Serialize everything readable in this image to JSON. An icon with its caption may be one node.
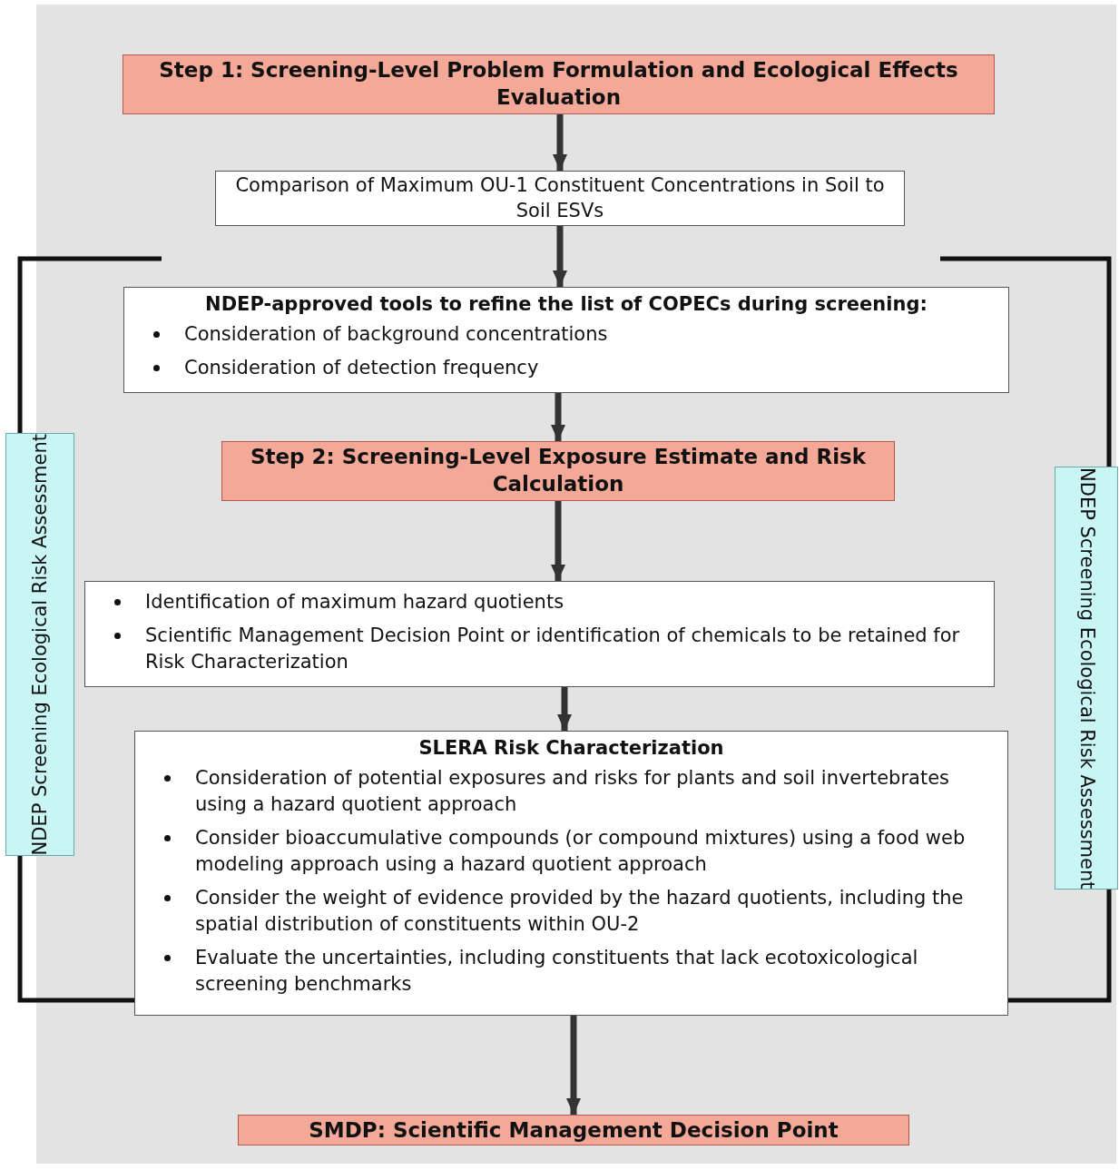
{
  "diagram": {
    "nodes": [
      {
        "text": [
          "Step 1: Screening-Level Problem Formulation and Ecological Effects Evaluation"
        ]
      },
      {
        "text": [
          "Comparison of Maximum OU-1 Constituent Concentrations in Soil to Soil ESVs"
        ]
      },
      {
        "text": [
          "NDEP-approved tools to refine the list of COPECs during screening:",
          "Consideration of background concentrations",
          "Consideration of detection frequency"
        ]
      },
      {
        "text": [
          "Step 2: Screening-Level Exposure Estimate and Risk Calculation"
        ]
      },
      {
        "text": [
          "Identification of maximum hazard quotients",
          "Scientific Management Decision Point or identification of chemicals to be retained for Risk Characterization"
        ]
      },
      {
        "text": [
          "SLERA Risk Characterization",
          "Consideration of potential exposures and risks for plants and soil invertebrates using a hazard quotient approach",
          "Consider bioaccumulative compounds (or compound mixtures) using a food web modeling approach using a hazard quotient approach",
          "Consider the weight of evidence provided by the hazard quotients, including the spatial distribution of constituents within OU-2",
          "Evaluate the uncertainties, including constituents that lack ecotoxicological screening benchmarks"
        ]
      },
      {
        "text": [
          "SMDP: Scientific Management Decision Point"
        ]
      },
      {
        "text": [
          "NDEP Screening Ecological Risk Assessment"
        ]
      },
      {
        "text": [
          "NDEP Screening Ecological Risk Assessment"
        ]
      }
    ],
    "edges": [
      {
        "from": 0,
        "to": 1,
        "arrow": "to"
      },
      {
        "from": 1,
        "to": 2,
        "arrow": "to"
      },
      {
        "from": 2,
        "to": 3,
        "arrow": "to"
      },
      {
        "from": 3,
        "to": 4,
        "arrow": "to"
      },
      {
        "from": 4,
        "to": 5,
        "arrow": "to"
      },
      {
        "from": 5,
        "to": 6,
        "arrow": "to"
      }
    ]
  }
}
